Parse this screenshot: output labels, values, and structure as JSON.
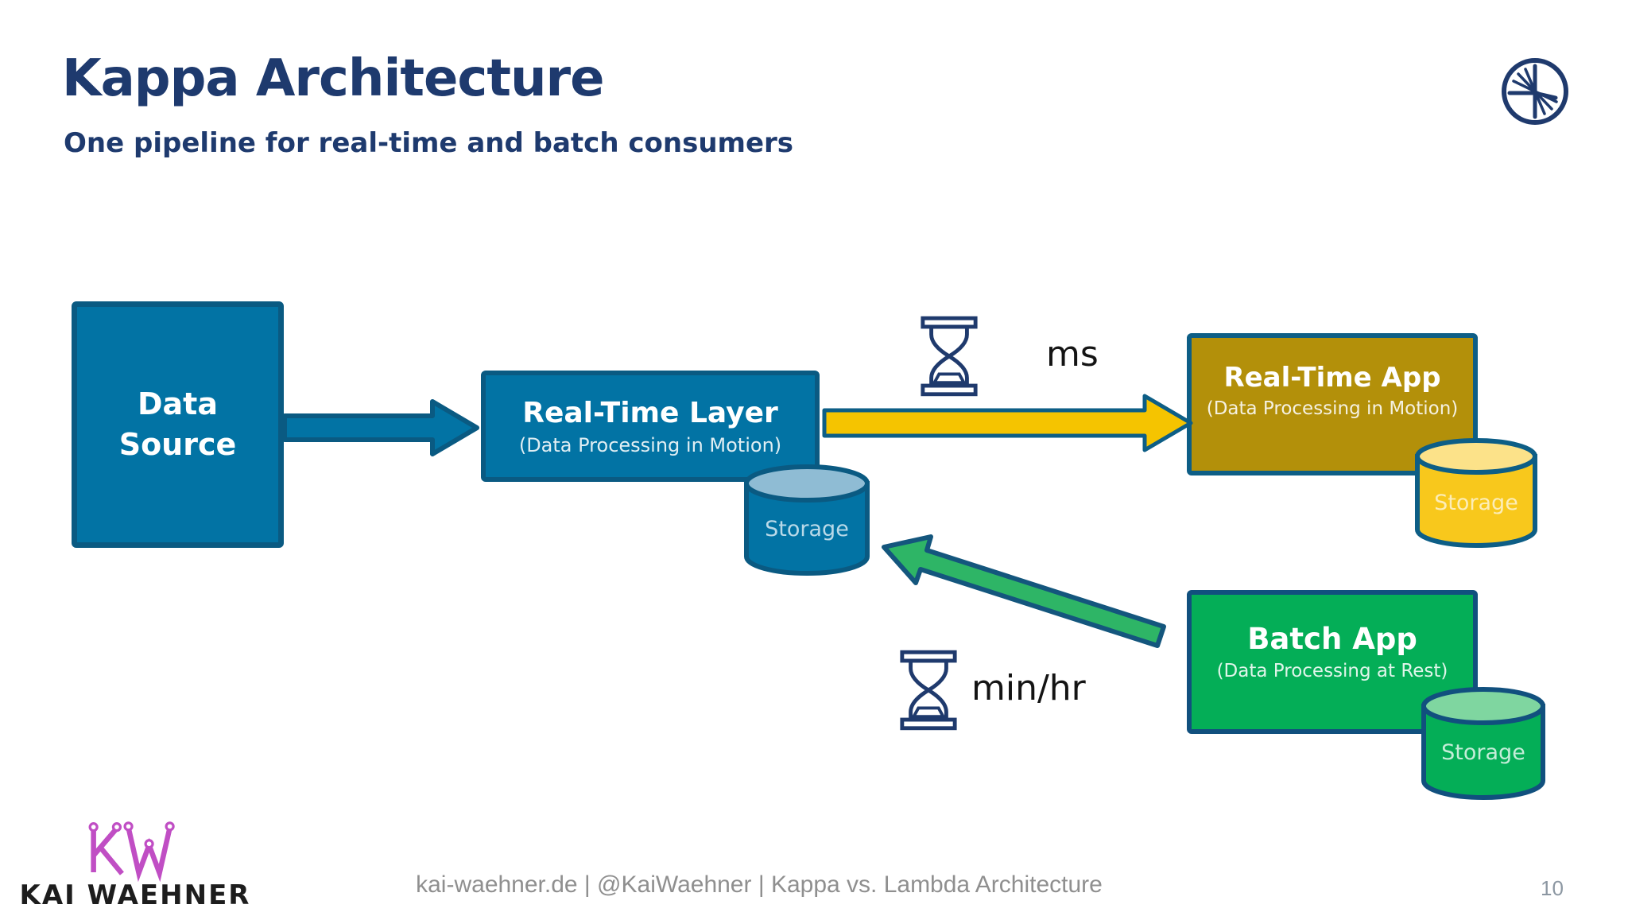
{
  "header": {
    "title": "Kappa Architecture",
    "subtitle": "One pipeline for real-time and batch consumers"
  },
  "nodes": {
    "data_source": {
      "label": "Data Source"
    },
    "realtime_layer": {
      "title": "Real-Time Layer",
      "subtitle": "(Data Processing in Motion)",
      "storage": "Storage"
    },
    "realtime_app": {
      "title": "Real-Time App",
      "subtitle": "(Data Processing in Motion)",
      "storage": "Storage"
    },
    "batch_app": {
      "title": "Batch App",
      "subtitle": "(Data Processing at Rest)",
      "storage": "Storage"
    }
  },
  "edges": {
    "source_to_realtime_layer": {
      "style": "teal-arrow"
    },
    "realtime_layer_to_realtime_app": {
      "latency": "ms",
      "style": "yellow-arrow"
    },
    "batch_app_to_realtime_storage": {
      "latency": "min/hr",
      "style": "green-arrow"
    }
  },
  "icons": {
    "top_right": "confluent-spark-logo",
    "latency": "hourglass",
    "bottom_left": "kw-circuit-monogram"
  },
  "footer": {
    "logo_text": "KAI WAEHNER",
    "credit": "kai-waehner.de | @KaiWaehner | Kappa vs. Lambda Architecture",
    "page_number": "10"
  },
  "colors": {
    "navy_text": "#1e3a6e",
    "teal_fill": "#0273a4",
    "teal_border": "#0a5a82",
    "teal_cylinder_top": "#8fbcd4",
    "gold_fill": "#b3900a",
    "yellow_arrow": "#f5c400",
    "yellow_cylinder": "#f8c81c",
    "yellow_cylinder_top": "#fce289",
    "green_fill": "#04ae57",
    "green_cylinder_top": "#7fd6a0",
    "green_arrow": "#2eb566",
    "navy_border": "#11507e",
    "hourglass_navy": "#1f3a6d",
    "magenta_logo": "#c04ec4",
    "footer_gray": "#8f8f8f"
  }
}
